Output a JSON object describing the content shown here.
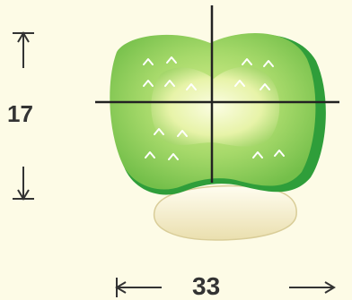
{
  "dimensions": {
    "vertical": "17",
    "horizontal": "33"
  },
  "colors": {
    "background": "#fdfbe6",
    "tooth_body": "#8fcf5a",
    "tooth_shadow": "#2f9e3a",
    "fossa_center": "#f3f7c6",
    "root_base": "#f7f2cf",
    "crosshair": "#222222",
    "dimension_text": "#333333",
    "arrow_marks": "#ffffff"
  },
  "icons": {
    "vertical_measure": "double-arrow-vertical",
    "horizontal_measure": "double-arrow-horizontal",
    "surface_marks": "chevron-up"
  }
}
